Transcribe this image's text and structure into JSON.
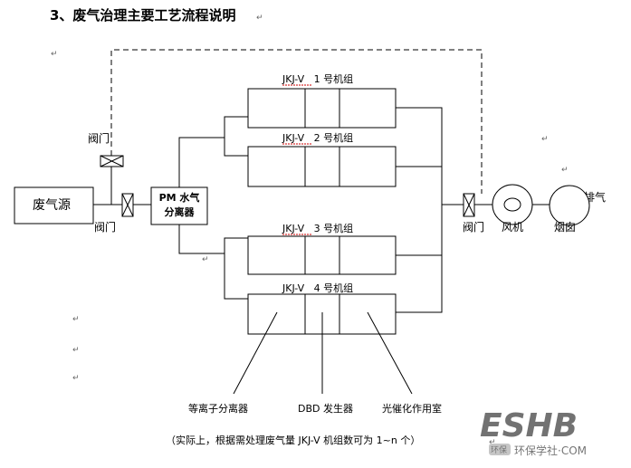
{
  "heading": "3、废气治理主要工艺流程说明",
  "source_label": "废气源",
  "valve_top_label": "阀门",
  "valve_left_label": "阀门",
  "separator_label_line1": "PM 水气",
  "separator_label_line2": "分离器",
  "unit_labels": [
    "JKJ-V   1 号机组",
    "JKJ-V   2 号机组",
    "JKJ-V   3 号机组",
    "JKJ-V   4 号机组"
  ],
  "valve_right_label": "阀门",
  "fan_label": "风机",
  "chimney_label": "烟囱",
  "exhaust_label": "排气",
  "component_labels": {
    "plasma": "等离子分离器",
    "dbd": "DBD 发生器",
    "photo": "光催化作用室"
  },
  "footnote": "（实际上，根据需处理废气量 JKJ-V 机组数可为 1~n 个）",
  "watermark_main": "ESHB",
  "watermark_sub": "环保学社·COM",
  "watermark_badge": "环保"
}
